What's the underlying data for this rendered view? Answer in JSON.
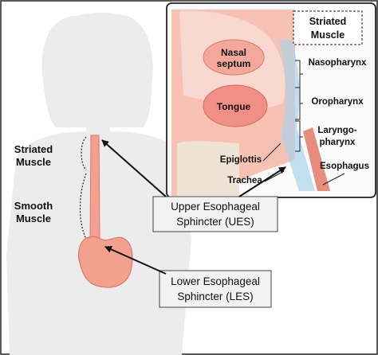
{
  "left_labels": {
    "striated_line1": "Striated",
    "striated_line2": "Muscle",
    "smooth_line1": "Smooth",
    "smooth_line2": "Muscle"
  },
  "ues_box": {
    "line1": "Upper Esophageal",
    "line2": "Sphincter (UES)"
  },
  "les_box": {
    "line1": "Lower Esophageal",
    "line2": "Sphincter (LES)"
  },
  "inset": {
    "title_line1": "Striated",
    "title_line2": "Muscle",
    "nasal_line1": "Nasal",
    "nasal_line2": "septum",
    "tongue": "Tongue",
    "epiglottis": "Epiglottis",
    "trachea": "Trachea",
    "nasopharynx": "Nasopharynx",
    "oropharynx": "Oropharynx",
    "laryngo_line1": "Laryngo-",
    "laryngo_line2": "pharynx",
    "esophagus": "Esophagus"
  },
  "colors": {
    "body_silhouette": "#ededed",
    "esophagus": "#f4a08e",
    "tissue": "#f7c2b4",
    "box_fill": "#f2f2f2",
    "arrow": "#111111"
  }
}
